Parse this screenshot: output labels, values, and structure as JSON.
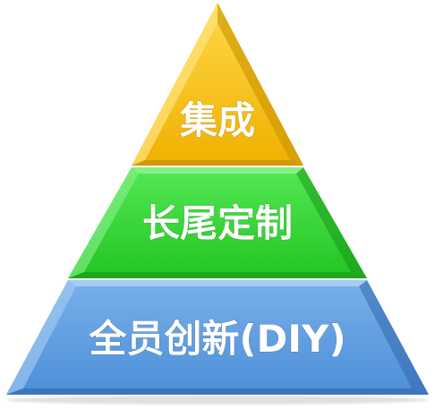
{
  "diagram": {
    "type": "pyramid",
    "tiers": [
      {
        "label": "集成",
        "color": "#f5b800",
        "light": "#ffd95a",
        "dark": "#c88f00"
      },
      {
        "label": "长尾定制",
        "color": "#2fd12f",
        "light": "#7df07d",
        "dark": "#1ea21e"
      },
      {
        "label": "全员创新(DIY)",
        "color": "#5a9ae0",
        "light": "#9cc6f2",
        "dark": "#3a74bd"
      }
    ]
  }
}
